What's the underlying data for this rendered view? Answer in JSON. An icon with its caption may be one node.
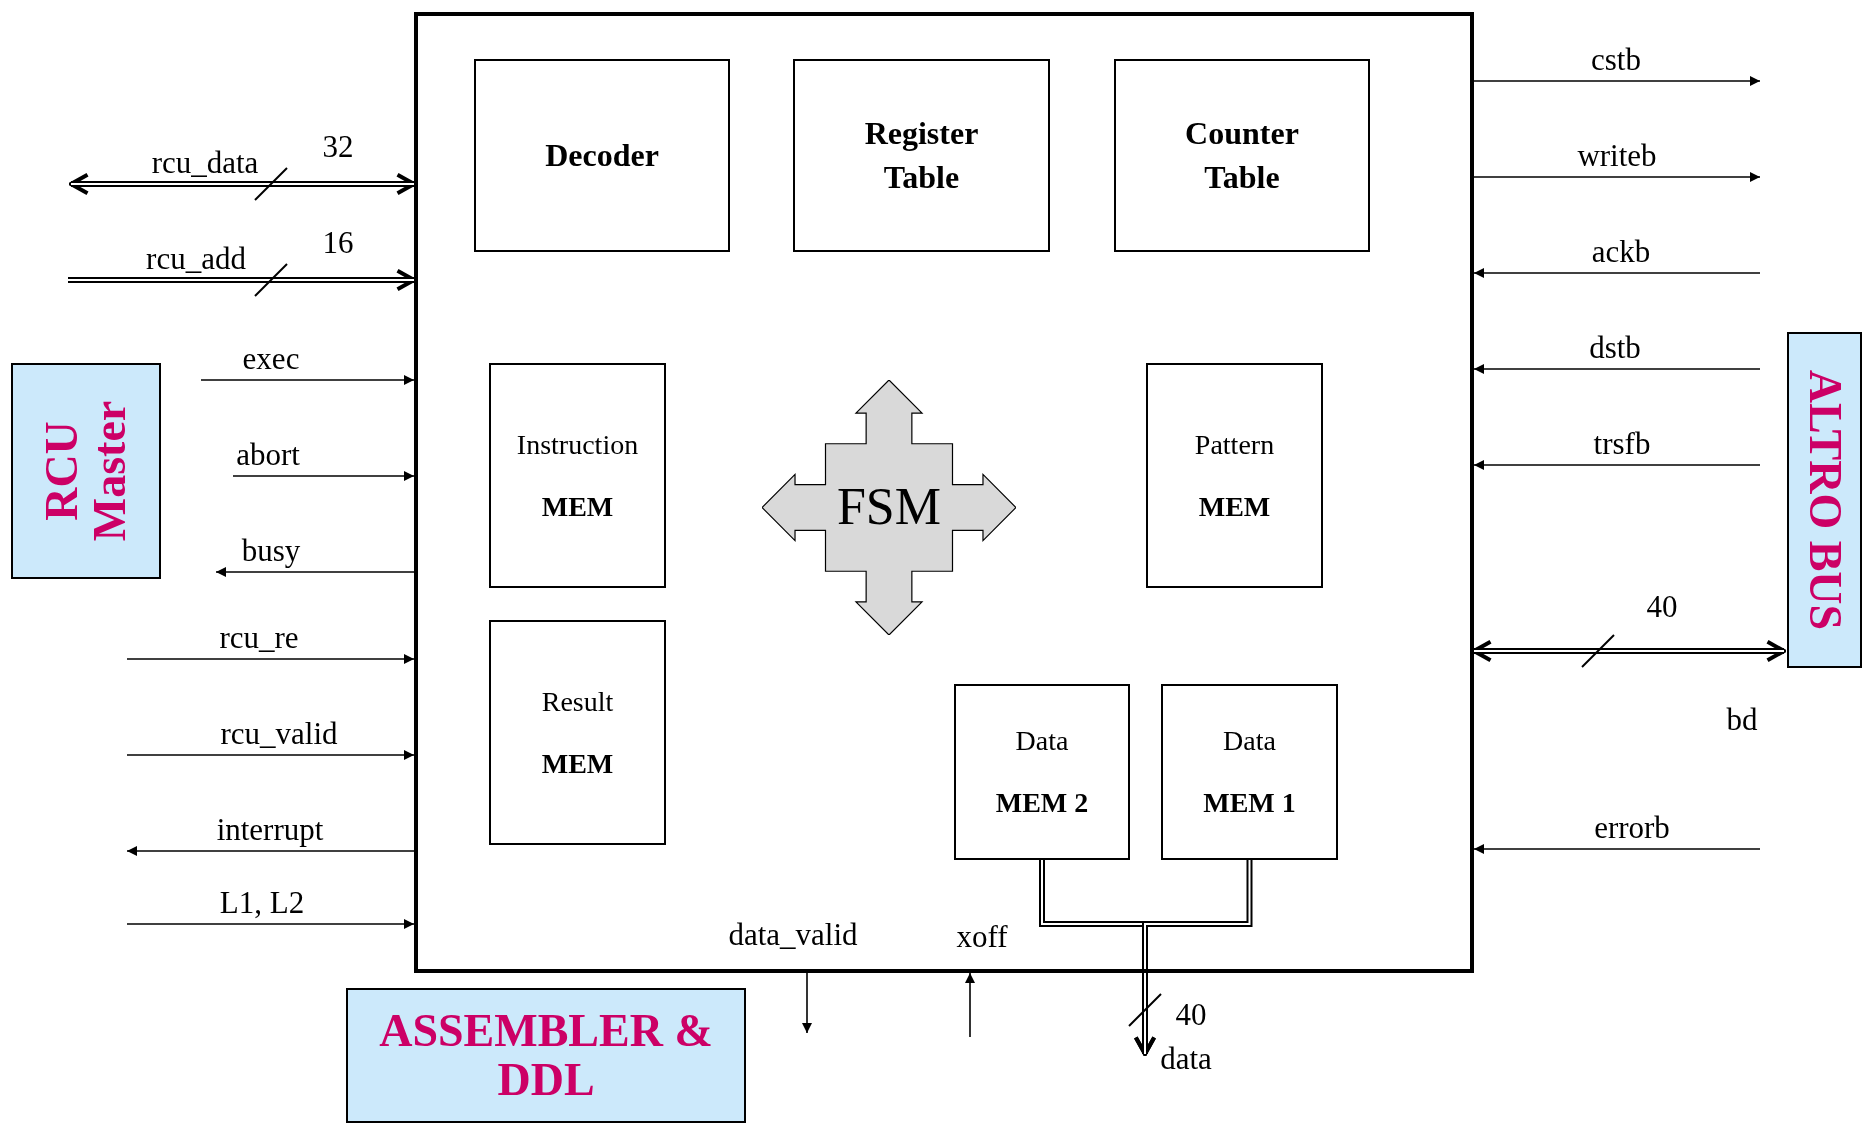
{
  "diagram": {
    "nodes": [
      {
        "text": [],
        "shape": "box"
      },
      {
        "text": [
          "Decoder"
        ],
        "in": 0
      },
      {
        "text": [
          "Register Table"
        ],
        "in": 0
      },
      {
        "text": [
          "Counter Table"
        ],
        "in": 0
      },
      {
        "text": [
          "Instruction",
          "MEM"
        ],
        "in": 0
      },
      {
        "text": [
          "FSM"
        ],
        "in": 0
      },
      {
        "text": [
          "Pattern",
          "MEM"
        ],
        "in": 0
      },
      {
        "text": [
          "Result",
          "MEM"
        ],
        "in": 0
      },
      {
        "text": [
          "Data",
          "MEM 2"
        ],
        "in": 0
      },
      {
        "text": [
          "Data",
          "MEM 1"
        ],
        "in": 0
      },
      {
        "text": [
          "RCU Master"
        ]
      },
      {
        "text": [
          "ALTRO BUS"
        ]
      },
      {
        "text": [
          "ASSEMBLER & DDL"
        ]
      },
      {
        "text": [
          "data"
        ]
      }
    ],
    "edges": [
      {
        "from": null,
        "to": 0,
        "arrow": "both",
        "label": "rcu_data",
        "style": "thick"
      },
      {
        "from": null,
        "to": 0,
        "arrow": "to",
        "label": "rcu_add",
        "style": "thick"
      },
      {
        "from": null,
        "to": 0,
        "arrow": "to",
        "label": "exec"
      },
      {
        "from": null,
        "to": 0,
        "arrow": "to",
        "label": "abort"
      },
      {
        "from": 0,
        "to": null,
        "arrow": "to",
        "label": "busy"
      },
      {
        "from": null,
        "to": 0,
        "arrow": "to",
        "label": "rcu_re"
      },
      {
        "from": null,
        "to": 0,
        "arrow": "to",
        "label": "rcu_valid"
      },
      {
        "from": 0,
        "to": null,
        "arrow": "to",
        "label": "interrupt"
      },
      {
        "from": null,
        "to": 0,
        "arrow": "to",
        "label": "L1, L2"
      },
      {
        "from": 0,
        "to": null,
        "arrow": "to",
        "label": "cstb"
      },
      {
        "from": 0,
        "to": null,
        "arrow": "to",
        "label": "writeb"
      },
      {
        "from": null,
        "to": 0,
        "arrow": "to",
        "label": "ackb"
      },
      {
        "from": null,
        "to": 0,
        "arrow": "to",
        "label": "dstb"
      },
      {
        "from": null,
        "to": 0,
        "arrow": "to",
        "label": "trsfb"
      },
      {
        "from": 0,
        "to": 11,
        "arrow": "both",
        "label": "bd",
        "style": "thick"
      },
      {
        "from": null,
        "to": 0,
        "arrow": "to",
        "label": "errorb"
      },
      {
        "from": 0,
        "to": null,
        "arrow": "to",
        "label": "data_valid"
      },
      {
        "from": null,
        "to": 0,
        "arrow": "to",
        "label": "xoff"
      },
      {
        "from": 8,
        "to": 13,
        "arrow": "to",
        "style": "thick"
      },
      {
        "from": 9,
        "to": 13,
        "arrow": "to",
        "style": "thick"
      }
    ],
    "labels": [
      "32",
      "16",
      "40",
      "40"
    ]
  }
}
